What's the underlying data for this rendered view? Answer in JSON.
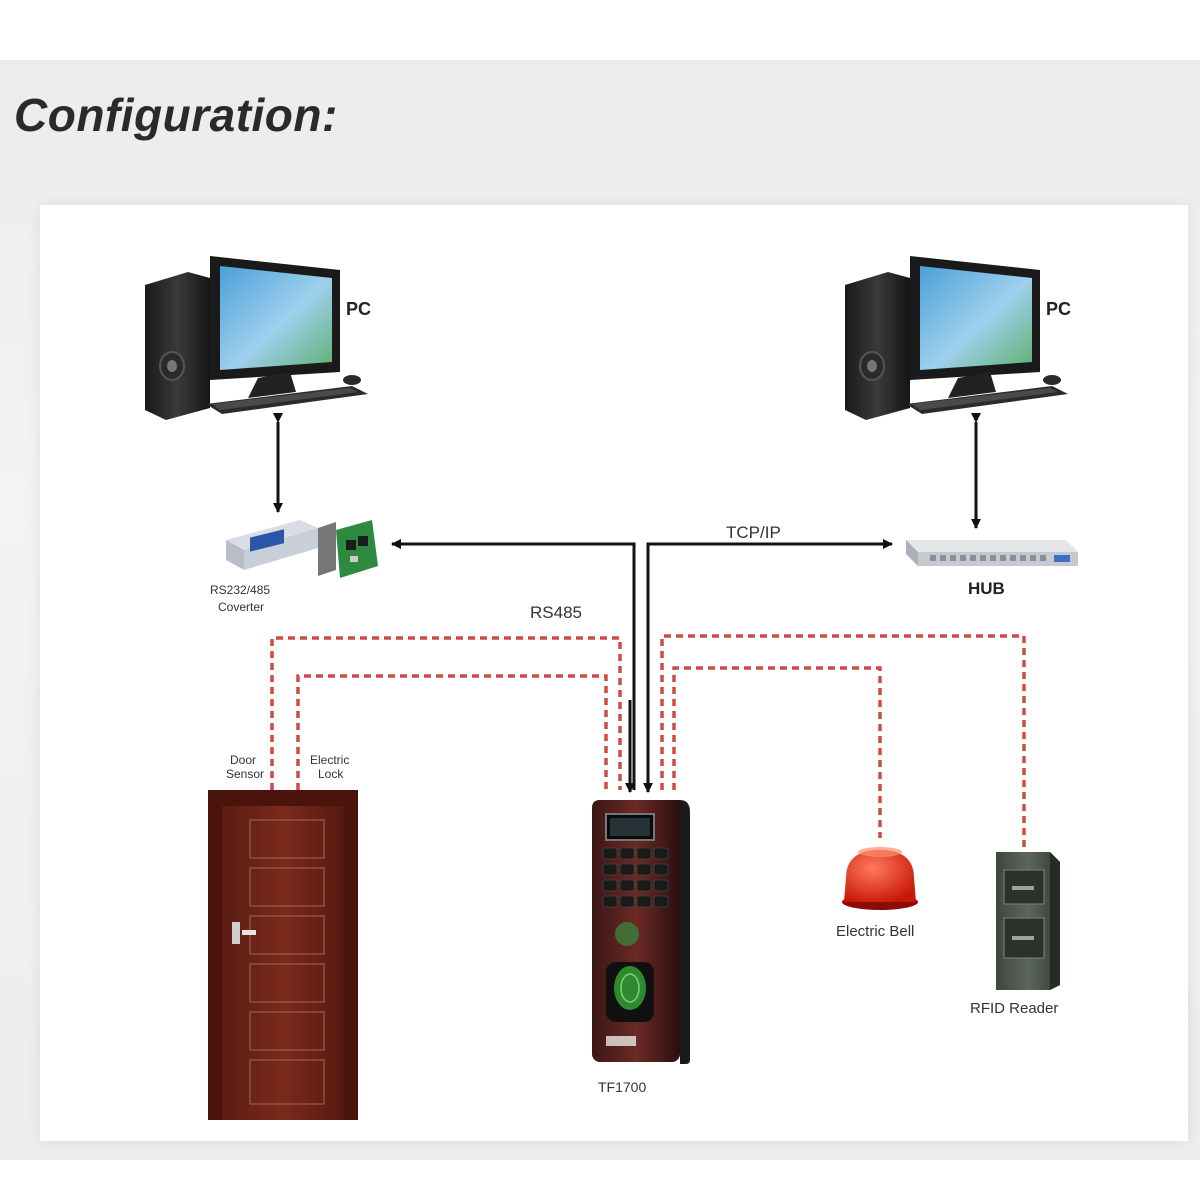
{
  "title": "Configuration:",
  "nodes": {
    "pc_left": {
      "label": "PC",
      "icon": "desktop-computer-icon"
    },
    "pc_right": {
      "label": "PC",
      "icon": "desktop-computer-icon"
    },
    "converter": {
      "label_line1": "RS232/485",
      "label_line2": "Coverter",
      "icon": "serial-converter-icon"
    },
    "hub": {
      "label": "HUB",
      "icon": "network-switch-icon"
    },
    "terminal": {
      "label": "TF1700",
      "icon": "fingerprint-terminal-icon"
    },
    "door": {
      "sensor_line1": "Door",
      "sensor_line2": "Sensor",
      "lock_line1": "Electric",
      "lock_line2": "Lock",
      "icon": "door-icon"
    },
    "bell": {
      "label": "Electric Bell",
      "icon": "alarm-bell-icon"
    },
    "rfid": {
      "label": "RFID Reader",
      "icon": "rfid-reader-icon"
    }
  },
  "links": {
    "rs485": "RS485",
    "tcpip": "TCP/IP"
  },
  "colors": {
    "wire": "#111111",
    "dashed_wire": "#d24a45",
    "door_wood": "#6e2418",
    "terminal_body": "#5a2320",
    "bell_red": "#e02010"
  }
}
